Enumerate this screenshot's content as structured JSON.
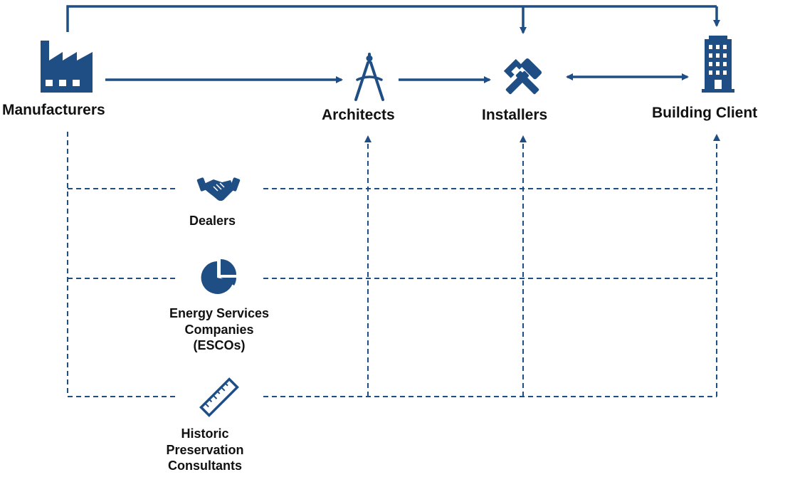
{
  "colors": {
    "primary": "#1f4e84",
    "text": "#111111",
    "background": "#ffffff"
  },
  "nodes": {
    "manufacturers": {
      "label": "Manufacturers",
      "icon": "factory-icon"
    },
    "architects": {
      "label": "Architects",
      "icon": "drafting-compass-icon"
    },
    "installers": {
      "label": "Installers",
      "icon": "hammer-wrench-icon"
    },
    "building_client": {
      "label": "Building Client",
      "icon": "office-building-icon"
    },
    "dealers": {
      "label": "Dealers",
      "icon": "handshake-icon"
    },
    "escos": {
      "label_lines": [
        "Energy Services",
        "Companies",
        "(ESCOs)"
      ],
      "icon": "pie-chart-icon"
    },
    "historic": {
      "label_lines": [
        "Historic",
        "Preservation",
        "Consultants"
      ],
      "icon": "ruler-icon"
    }
  },
  "connections": [
    {
      "from": "Manufacturers",
      "to": "Architects",
      "style": "solid",
      "arrow": "end"
    },
    {
      "from": "Architects",
      "to": "Installers",
      "style": "solid",
      "arrow": "end"
    },
    {
      "from": "Installers",
      "to": "Building Client",
      "style": "solid",
      "arrow": "both"
    },
    {
      "from": "Manufacturers",
      "to": "Installers",
      "style": "solid",
      "arrow": "end"
    },
    {
      "from": "Manufacturers",
      "to": "Building Client",
      "style": "solid",
      "arrow": "end"
    },
    {
      "from": "Manufacturers",
      "to": "Dealers",
      "style": "dashed",
      "arrow": "none"
    },
    {
      "from": "Manufacturers",
      "to": "Energy Services Companies (ESCOs)",
      "style": "dashed",
      "arrow": "none"
    },
    {
      "from": "Manufacturers",
      "to": "Historic Preservation Consultants",
      "style": "dashed",
      "arrow": "none"
    },
    {
      "from": "Dealers",
      "to": "Architects",
      "style": "dashed",
      "arrow": "end"
    },
    {
      "from": "Dealers",
      "to": "Installers",
      "style": "dashed",
      "arrow": "end"
    },
    {
      "from": "Dealers",
      "to": "Building Client",
      "style": "dashed",
      "arrow": "end"
    },
    {
      "from": "Energy Services Companies (ESCOs)",
      "to": "Architects",
      "style": "dashed",
      "arrow": "end"
    },
    {
      "from": "Energy Services Companies (ESCOs)",
      "to": "Installers",
      "style": "dashed",
      "arrow": "end"
    },
    {
      "from": "Energy Services Companies (ESCOs)",
      "to": "Building Client",
      "style": "dashed",
      "arrow": "end"
    },
    {
      "from": "Historic Preservation Consultants",
      "to": "Architects",
      "style": "dashed",
      "arrow": "end"
    },
    {
      "from": "Historic Preservation Consultants",
      "to": "Installers",
      "style": "dashed",
      "arrow": "end"
    },
    {
      "from": "Historic Preservation Consultants",
      "to": "Building Client",
      "style": "dashed",
      "arrow": "end"
    }
  ]
}
